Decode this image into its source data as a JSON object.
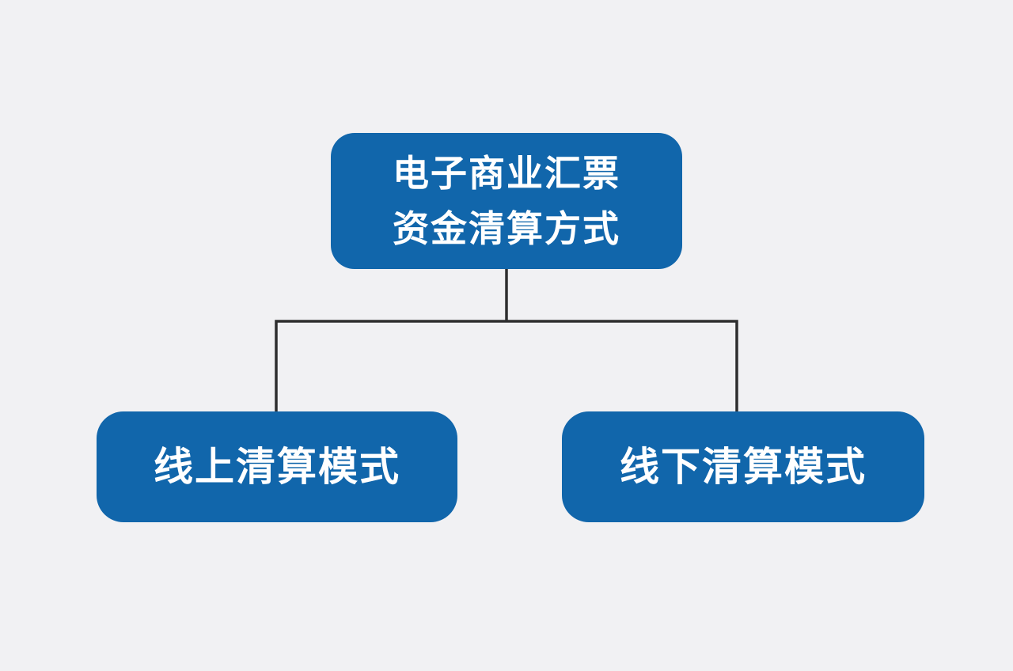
{
  "colors": {
    "background": "#f1f1f3",
    "node_fill": "#1166ab",
    "node_text": "#ffffff",
    "connector": "#2e2e2e"
  },
  "diagram": {
    "root": {
      "lines": [
        "电子商业汇票",
        "资金清算方式"
      ]
    },
    "children": [
      {
        "label": "线上清算模式"
      },
      {
        "label": "线下清算模式"
      }
    ]
  }
}
